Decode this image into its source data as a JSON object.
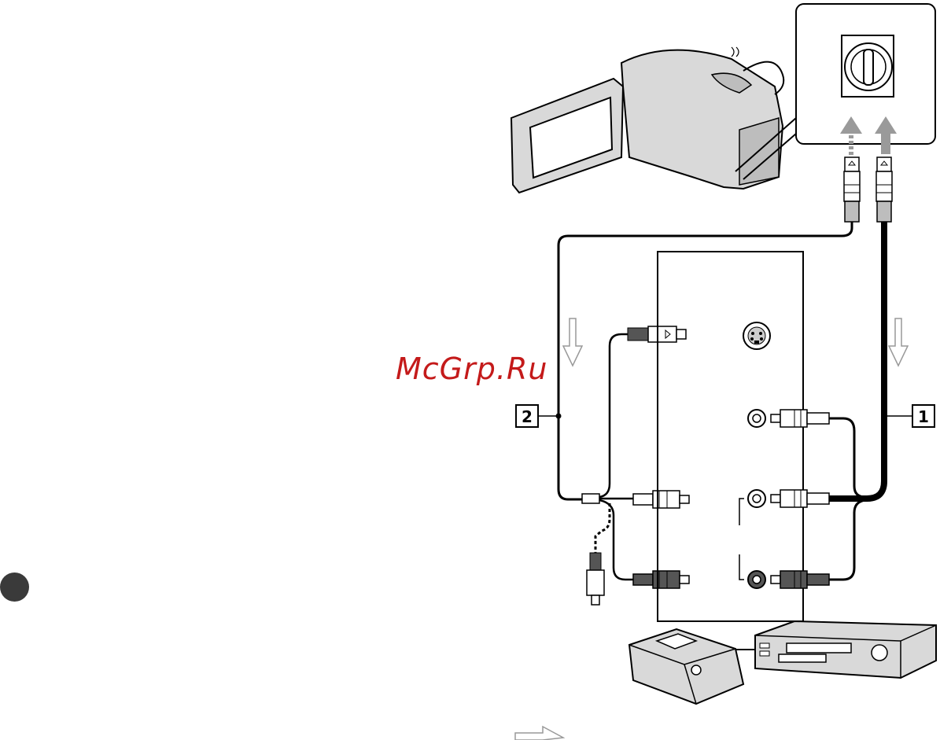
{
  "labels": {
    "cable_1": "1",
    "cable_2": "2"
  },
  "watermark": "McGrp.Ru",
  "colors": {
    "line": "#000000",
    "device_fill": "#d9d9d9",
    "device_dark": "#bdbdbd",
    "arrow_gray": "#9a9a9a",
    "watermark": "#c41a1a"
  },
  "icons": [
    "camcorder-icon",
    "a-v-remote-jack-icon",
    "s-video-jack-icon",
    "rca-jack-icon",
    "vcr-icon",
    "dvd-writer-icon",
    "arrow-icon"
  ]
}
